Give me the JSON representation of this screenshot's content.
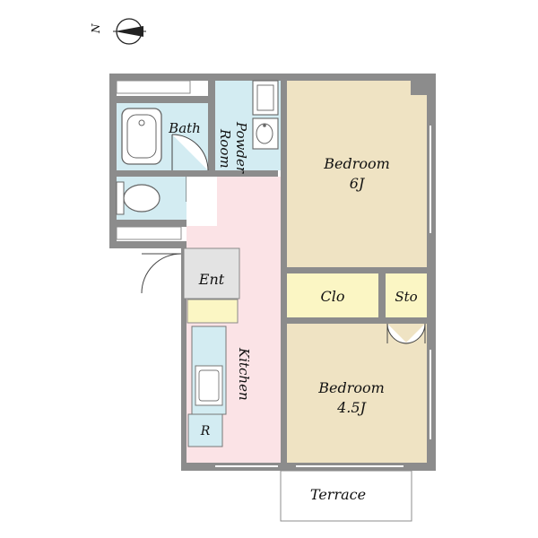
{
  "compass": {
    "label": "N"
  },
  "rooms": {
    "bath": "Bath",
    "powder_room": [
      "Powder",
      "Room"
    ],
    "bedroom_6j": {
      "name": "Bedroom",
      "size": "6J"
    },
    "entrance": "Ent",
    "closet": "Clo",
    "storage": "Sto",
    "kitchen": "Kitchen",
    "bedroom_45j": {
      "name": "Bedroom",
      "size": "4.5J"
    },
    "refrigerator": "R",
    "terrace": "Terrace"
  },
  "colors": {
    "wall": "#8c8c8c",
    "bedroom_floor": "#efe3c3",
    "kitchen_floor": "#fbe3e6",
    "wet_area": "#d3ecf2",
    "entrance": "#e3e3e3",
    "closet": "#fbf6c4"
  }
}
